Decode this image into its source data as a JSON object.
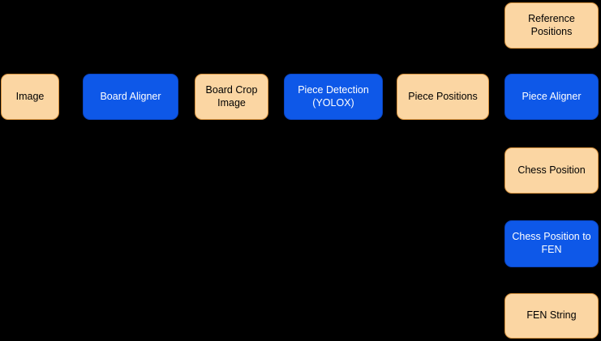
{
  "diagram": {
    "title": "chess position detection pipeline flowchart",
    "background_color": "#000000",
    "palette": {
      "data_node_fill": "#fbd6a3",
      "data_node_border": "#d6913c",
      "data_node_text": "#000000",
      "process_node_fill": "#0e58e8",
      "process_node_border": "#0b46c2",
      "process_node_text": "#ffffff"
    }
  },
  "nodes": [
    {
      "label": "Image",
      "kind": "data"
    },
    {
      "label": "Board Aligner",
      "kind": "process"
    },
    {
      "label": "Board Crop Image",
      "kind": "data"
    },
    {
      "label": "Piece Detection (YOLOX)",
      "kind": "process"
    },
    {
      "label": "Piece Positions",
      "kind": "data"
    },
    {
      "label": "Reference Positions",
      "kind": "data"
    },
    {
      "label": "Piece Aligner",
      "kind": "process"
    },
    {
      "label": "Chess Position",
      "kind": "data"
    },
    {
      "label": "Chess Position to FEN",
      "kind": "process"
    },
    {
      "label": "FEN String",
      "kind": "data"
    }
  ]
}
